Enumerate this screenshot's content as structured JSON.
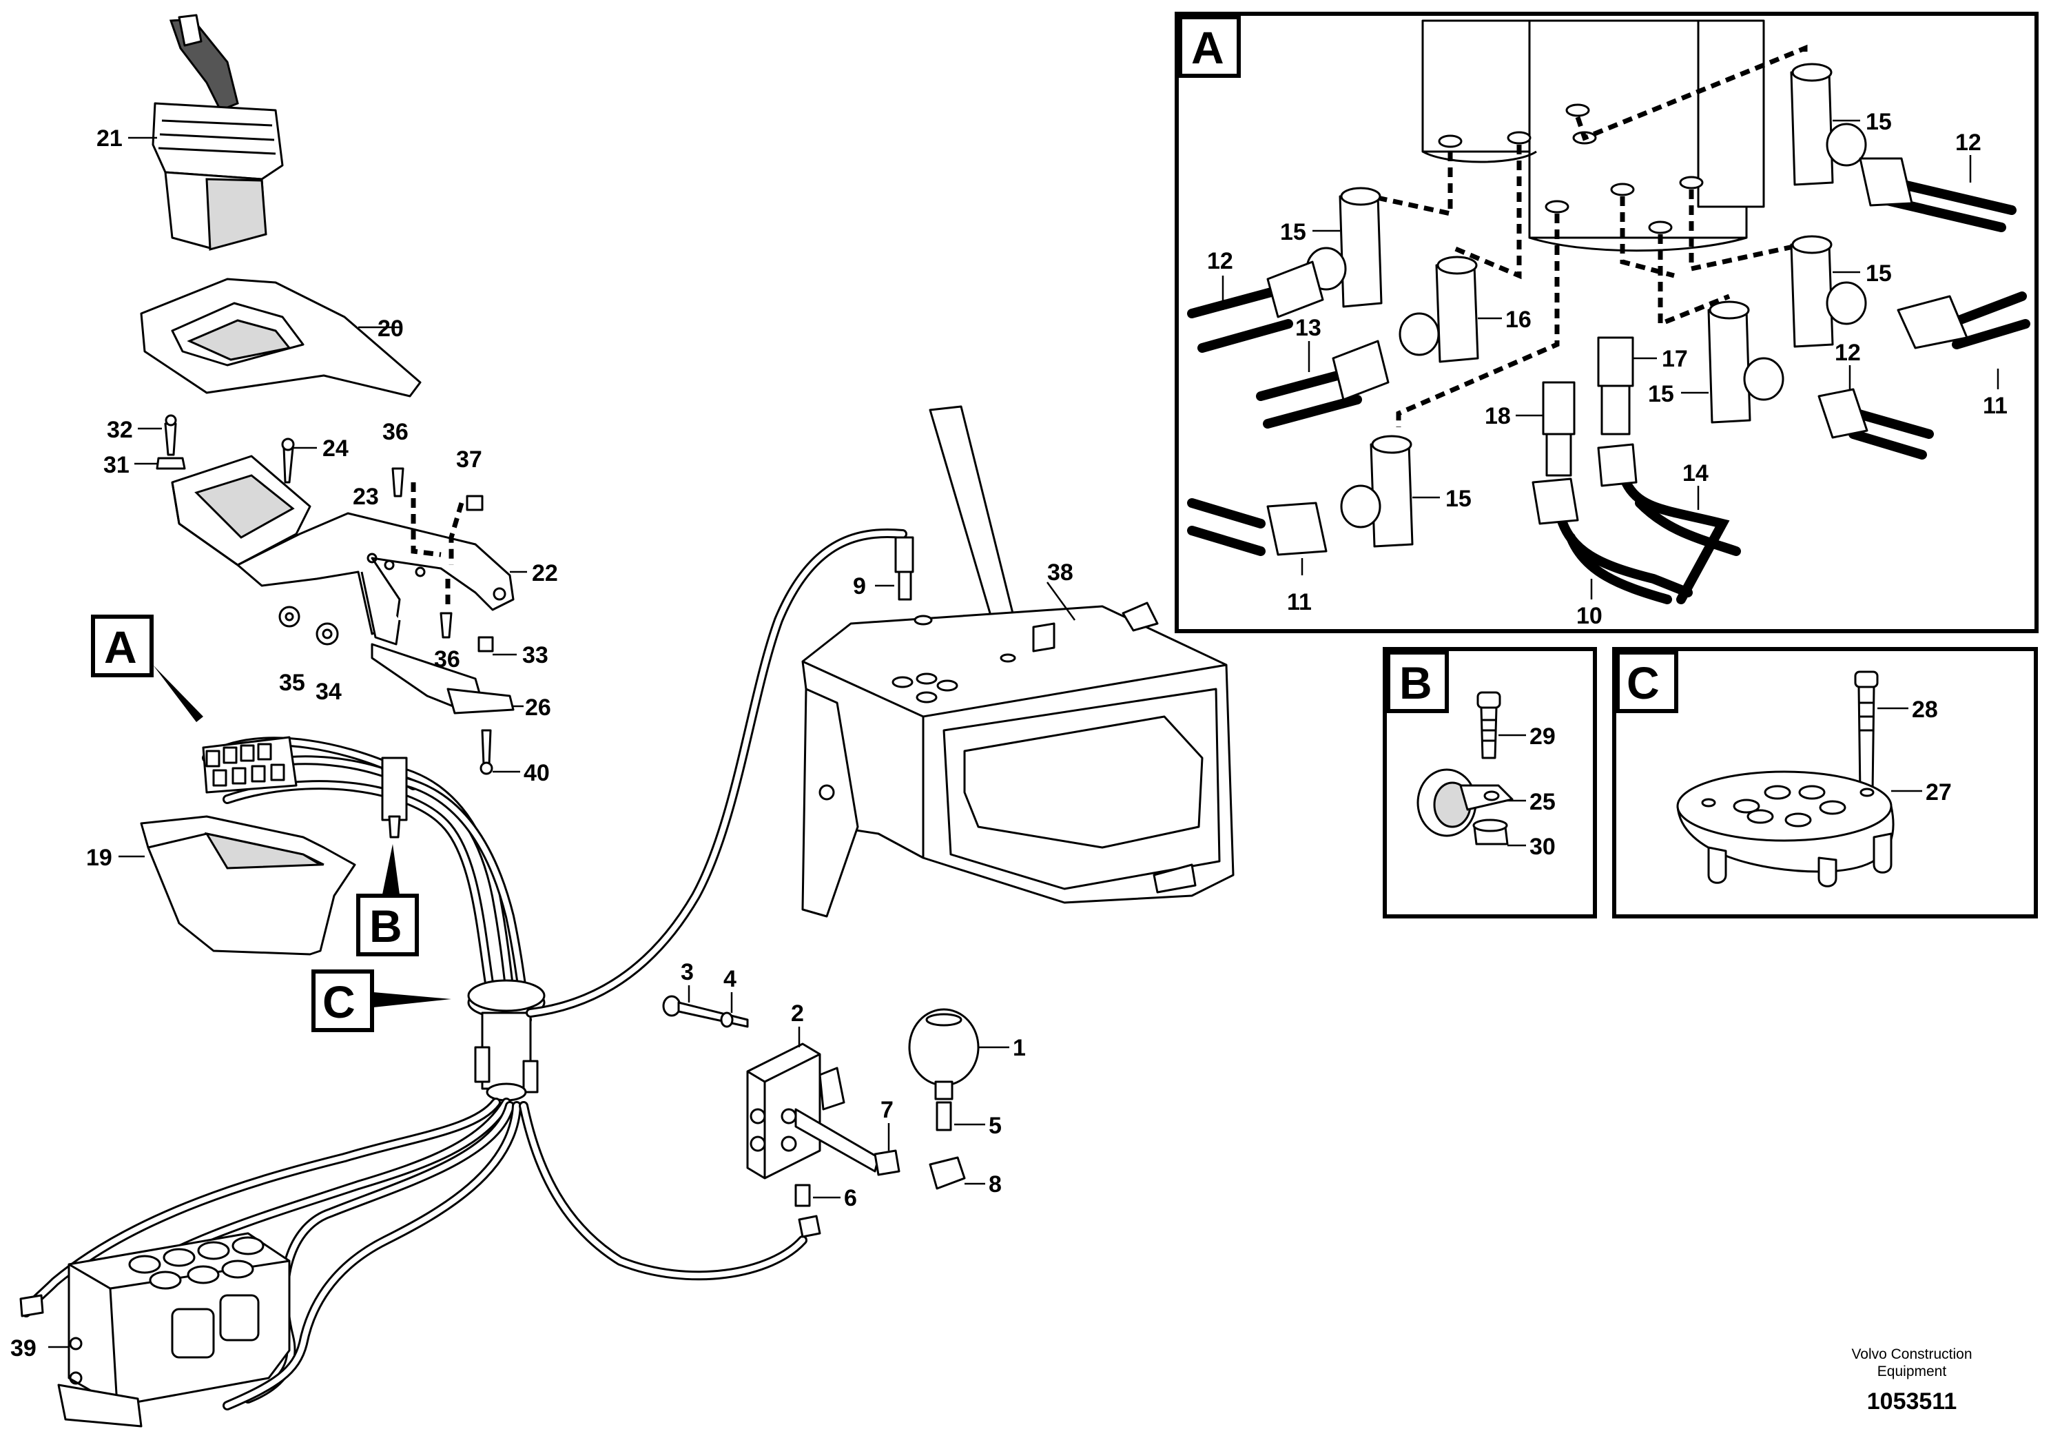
{
  "callouts": {
    "a": "A",
    "b": "B",
    "c": "C"
  },
  "labels": {
    "p1": "1",
    "p2": "2",
    "p3": "3",
    "p4": "4",
    "p5": "5",
    "p6": "6",
    "p7": "7",
    "p8": "8",
    "p9": "9",
    "p19": "19",
    "p20": "20",
    "p21": "21",
    "p22": "22",
    "p23": "23",
    "p24": "24",
    "p26": "26",
    "p31": "31",
    "p32": "32",
    "p33": "33",
    "p34": "34",
    "p35": "35",
    "p36a": "36",
    "p36b": "36",
    "p37": "37",
    "p38": "38",
    "p39": "39",
    "p40": "40"
  },
  "detail_a": {
    "title": "A",
    "labels": {
      "p15a": "15",
      "p15b": "15",
      "p15c": "15",
      "p15d": "15",
      "p15e": "15",
      "p12a": "12",
      "p12b": "12",
      "p12c": "12",
      "p13": "13",
      "p16": "16",
      "p17": "17",
      "p18": "18",
      "p14": "14",
      "p11a": "11",
      "p11b": "11",
      "p10": "10"
    }
  },
  "detail_b": {
    "title": "B",
    "labels": {
      "p29": "29",
      "p25": "25",
      "p30": "30"
    }
  },
  "detail_c": {
    "title": "C",
    "labels": {
      "p28": "28",
      "p27": "27"
    }
  },
  "footer": {
    "credit_line1": "Volvo Construction",
    "credit_line2": "Equipment",
    "doc_number": "1053511"
  }
}
